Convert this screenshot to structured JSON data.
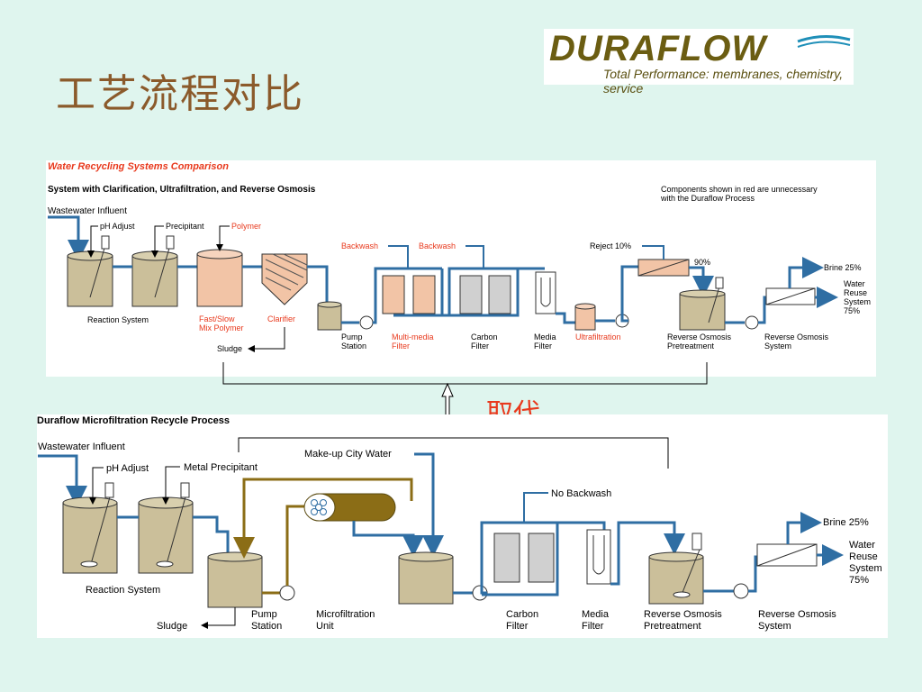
{
  "slide": {
    "title": "工艺流程对比",
    "replace_label": "取代"
  },
  "logo": {
    "word": "DURAFLOW",
    "tagline": "Total Performance: membranes, chemistry, service"
  },
  "colors": {
    "background": "#dff5ee",
    "title": "#8b5a2b",
    "red": "#e8391d",
    "pipe": "#2f6ea3",
    "tank": "#cbbf9a",
    "red_fill": "#f2c4a6",
    "gray_fill": "#d0d0d0",
    "olive": "#8b6d16"
  },
  "top_diagram": {
    "heading": "Water Recycling Systems Comparison",
    "subheading": "System with Clarification, Ultrafiltration, and Reverse Osmosis",
    "note_line1": "Components shown in red are unnecessary",
    "note_line2": "with the Duraflow Process",
    "influent": "Wastewater Influent",
    "ph_adjust": "pH Adjust",
    "precipitant": "Precipitant",
    "polymer": "Polymer",
    "reaction_system": "Reaction System",
    "fast_slow_1": "Fast/Slow",
    "fast_slow_2": "Mix Polymer",
    "clarifier": "Clarifier",
    "sludge": "Sludge",
    "backwash_1": "Backwash",
    "backwash_2": "Backwash",
    "pump_station_1": "Pump",
    "pump_station_2": "Station",
    "multimedia_1": "Multi-media",
    "multimedia_2": "Filter",
    "carbon_1": "Carbon",
    "carbon_2": "Filter",
    "media_1": "Media",
    "media_2": "Filter",
    "ultrafiltration": "Ultrafiltration",
    "reject": "Reject 10%",
    "ninety": "90%",
    "ro_pre_1": "Reverse Osmosis",
    "ro_pre_2": "Pretreatment",
    "ro_1": "Reverse Osmosis",
    "ro_2": "System",
    "brine": "Brine 25%",
    "water_1": "Water",
    "water_2": "Reuse",
    "water_3": "System",
    "water_4": "75%"
  },
  "bottom_diagram": {
    "heading": "Duraflow Microfiltration Recycle Process",
    "influent": "Wastewater Influent",
    "ph_adjust": "pH Adjust",
    "metal_precipitant": "Metal Precipitant",
    "makeup": "Make-up City Water",
    "no_backwash": "No Backwash",
    "reaction_system": "Reaction System",
    "sludge": "Sludge",
    "pump_1": "Pump",
    "pump_2": "Station",
    "mf_1": "Microfiltration",
    "mf_2": "Unit",
    "carbon_1": "Carbon",
    "carbon_2": "Filter",
    "media_1": "Media",
    "media_2": "Filter",
    "ro_pre_1": "Reverse Osmosis",
    "ro_pre_2": "Pretreatment",
    "ro_1": "Reverse Osmosis",
    "ro_2": "System",
    "brine": "Brine 25%",
    "water_1": "Water",
    "water_2": "Reuse",
    "water_3": "System",
    "water_4": "75%"
  }
}
